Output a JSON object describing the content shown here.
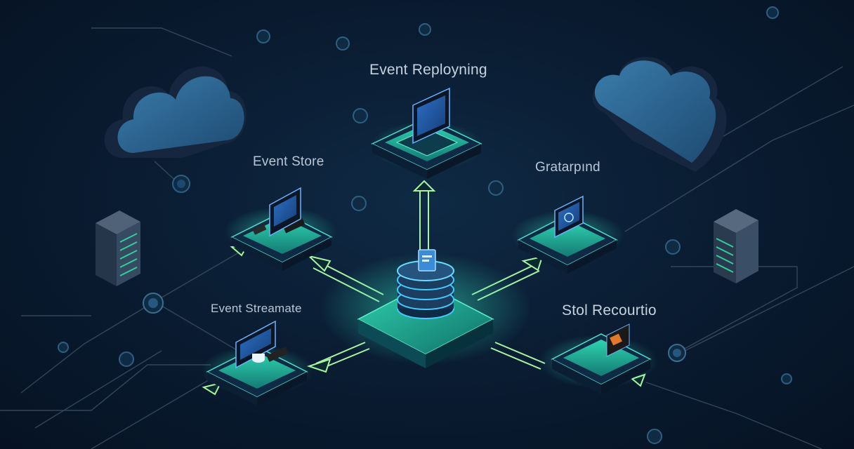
{
  "labels": {
    "top": "Event Replоyning",
    "left_upper": "Event Store",
    "right_upper": "Gratarpınd",
    "left_lower": "Event Streamate",
    "right_lower": "Stol Recourtio"
  },
  "colors": {
    "background": "#081a2e",
    "cloud_dark": "#1b2c48",
    "cloud_light": "#2d6691",
    "node_base": "#0e2f4a",
    "node_glow": "#2ee0b8",
    "hub_glow": "#1fb8a2",
    "arrow": "#9cf29a",
    "line": "#44576e",
    "screen": "#1e4e90"
  },
  "icons": [
    "cloud-icon",
    "server-rack-icon",
    "database-icon",
    "monitor-icon",
    "connector-dot-icon"
  ]
}
